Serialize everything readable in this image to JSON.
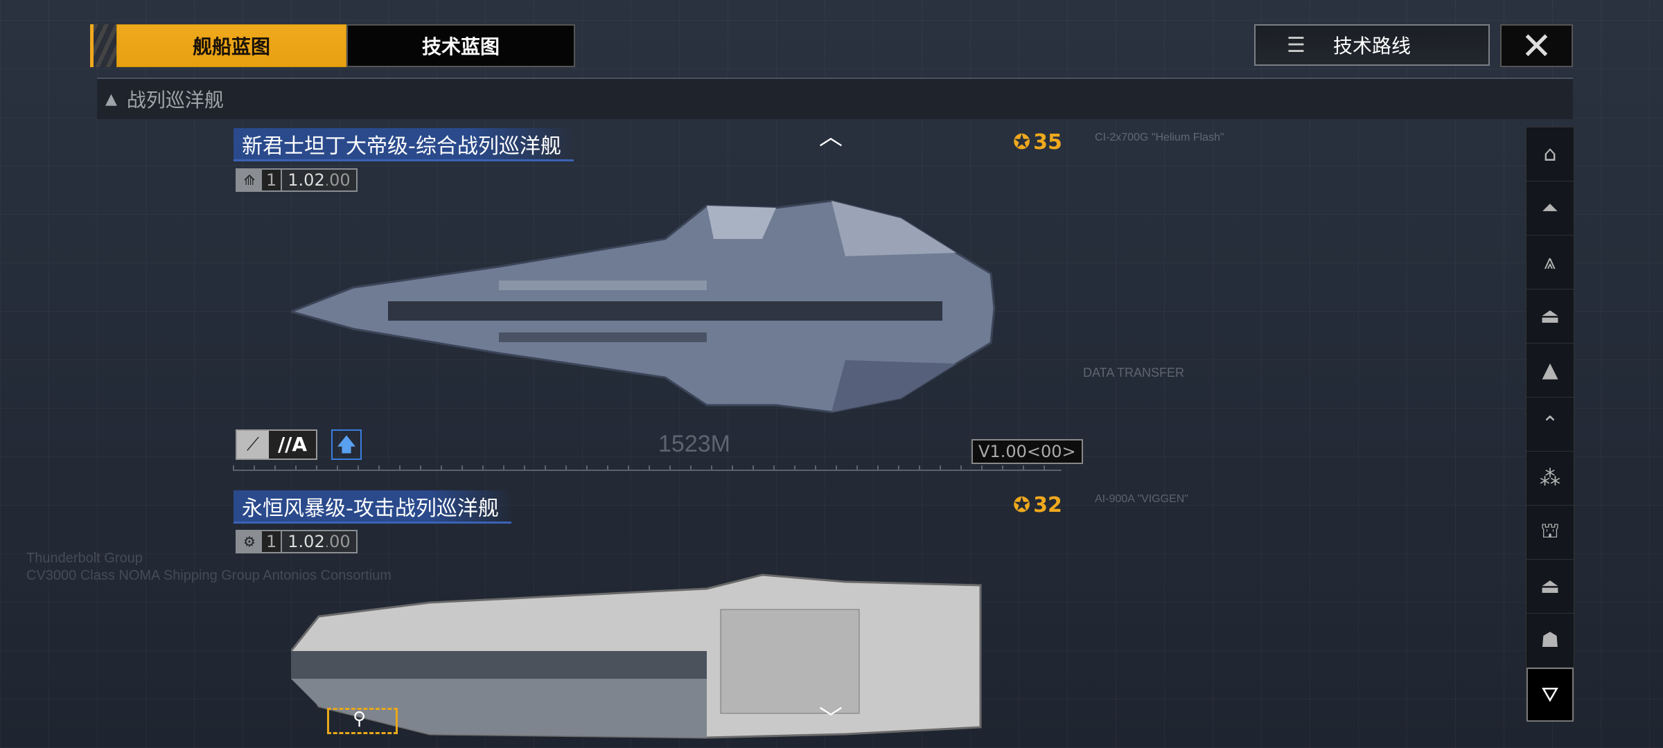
{
  "tabs": [
    {
      "label": "舰船蓝图",
      "active": true
    },
    {
      "label": "技术蓝图",
      "active": false
    }
  ],
  "tech_route_label": "技术路线",
  "category": "战列巡洋舰",
  "ships": [
    {
      "name": "新君士坦丁大帝级-综合战列巡洋舰",
      "count": "1",
      "version": "1.02",
      "sub": "00",
      "level": "35",
      "length": "1523M",
      "model_version": "V1.00<00>",
      "grade": "//A"
    },
    {
      "name": "永恒风暴级-攻击战列巡洋舰",
      "count": "1",
      "version": "1.02",
      "sub": "00",
      "level": "32"
    }
  ],
  "blueprint_text": {
    "gun1": "CI-2x700G \"Helium Flash\"",
    "data_transfer": "DATA TRANSFER",
    "gun2": "AI-900A \"VIGGEN\"",
    "watermark1": "Thunderbolt Group",
    "watermark2": "CV3000 Class NOMA Shipping Group Antonios Consortium"
  },
  "sidebar": {
    "items": [
      "battleship-outpost",
      "battlecruiser",
      "cruiser",
      "destroyer",
      "frigate",
      "corvette",
      "fighter-group",
      "carrier",
      "auxiliary",
      "support",
      "filter"
    ],
    "active": "filter"
  },
  "colors": {
    "accent": "#f0a91d",
    "title_blue": "#2a4a8c",
    "upgrade_blue": "#3b7ddd"
  }
}
